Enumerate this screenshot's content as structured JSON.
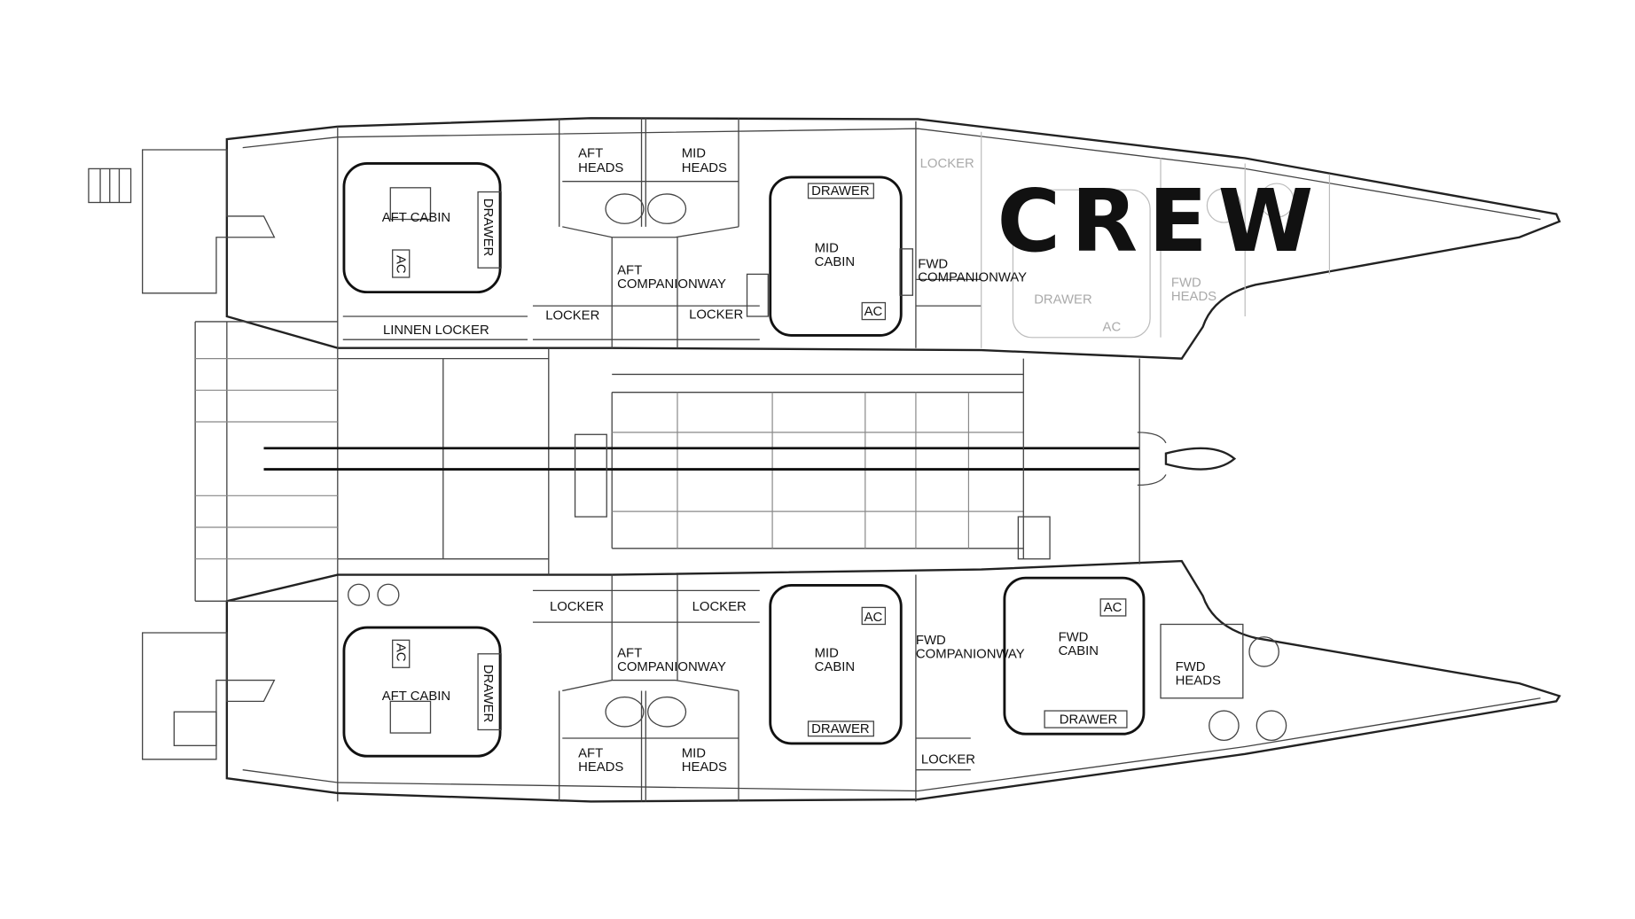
{
  "overlay_title": "CREW",
  "port_hull": {
    "aft_cabin": "AFT CABIN",
    "aft_cabin_drawer": "DRAWER",
    "aft_cabin_ac": "AC",
    "aft_heads": [
      "AFT",
      "HEADS"
    ],
    "mid_heads": [
      "MID",
      "HEADS"
    ],
    "aft_companionway": [
      "AFT",
      "COMPANIONWAY"
    ],
    "locker_1": "LOCKER",
    "locker_2": "LOCKER",
    "linnen_locker": "LINNEN LOCKER",
    "mid_cabin": [
      "MID",
      "CABIN"
    ],
    "mid_cabin_drawer": "DRAWER",
    "mid_cabin_ac": "AC",
    "fwd_locker": "LOCKER",
    "fwd_companionway": [
      "FWD",
      "COMPANIONWAY"
    ],
    "crew_drawer": "DRAWER",
    "crew_heads": [
      "FWD",
      "HEADS"
    ],
    "crew_ac": "AC"
  },
  "starboard_hull": {
    "aft_cabin": "AFT CABIN",
    "aft_cabin_drawer": "DRAWER",
    "aft_cabin_ac": "AC",
    "locker_1": "LOCKER",
    "locker_2": "LOCKER",
    "aft_companionway": [
      "AFT",
      "COMPANIONWAY"
    ],
    "aft_heads": [
      "AFT",
      "HEADS"
    ],
    "mid_heads": [
      "MID",
      "HEADS"
    ],
    "mid_cabin": [
      "MID",
      "CABIN"
    ],
    "mid_cabin_ac": "AC",
    "mid_cabin_drawer": "DRAWER",
    "fwd_companionway": [
      "FWD",
      "COMPANIONWAY"
    ],
    "fwd_locker": "LOCKER",
    "fwd_cabin": [
      "FWD",
      "CABIN"
    ],
    "fwd_cabin_ac": "AC",
    "fwd_cabin_drawer": "DRAWER",
    "fwd_heads": [
      "FWD",
      "HEADS"
    ]
  }
}
